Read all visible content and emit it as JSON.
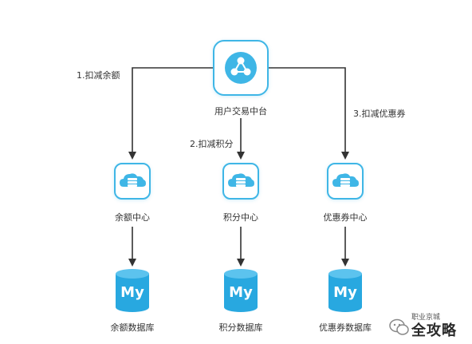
{
  "hub": {
    "label": "用户交易中台",
    "icon": "share-network-icon"
  },
  "edges": [
    {
      "label": "1.扣减余额"
    },
    {
      "label": "2.扣减积分"
    },
    {
      "label": "3.扣减优惠券"
    }
  ],
  "services": [
    {
      "label": "余额中心",
      "icon": "cloud-database-icon"
    },
    {
      "label": "积分中心",
      "icon": "cloud-database-icon"
    },
    {
      "label": "优惠券中心",
      "icon": "cloud-database-icon"
    }
  ],
  "databases": [
    {
      "label": "余额数据库",
      "icon_text": "My"
    },
    {
      "label": "积分数据库",
      "icon_text": "My"
    },
    {
      "label": "优惠券数据库",
      "icon_text": "My"
    }
  ],
  "watermark": {
    "text": "全攻略",
    "faint_text": "职业京城"
  },
  "colors": {
    "accent": "#3fb6e6",
    "line": "#333333",
    "db_fill": "#28a8e0"
  }
}
